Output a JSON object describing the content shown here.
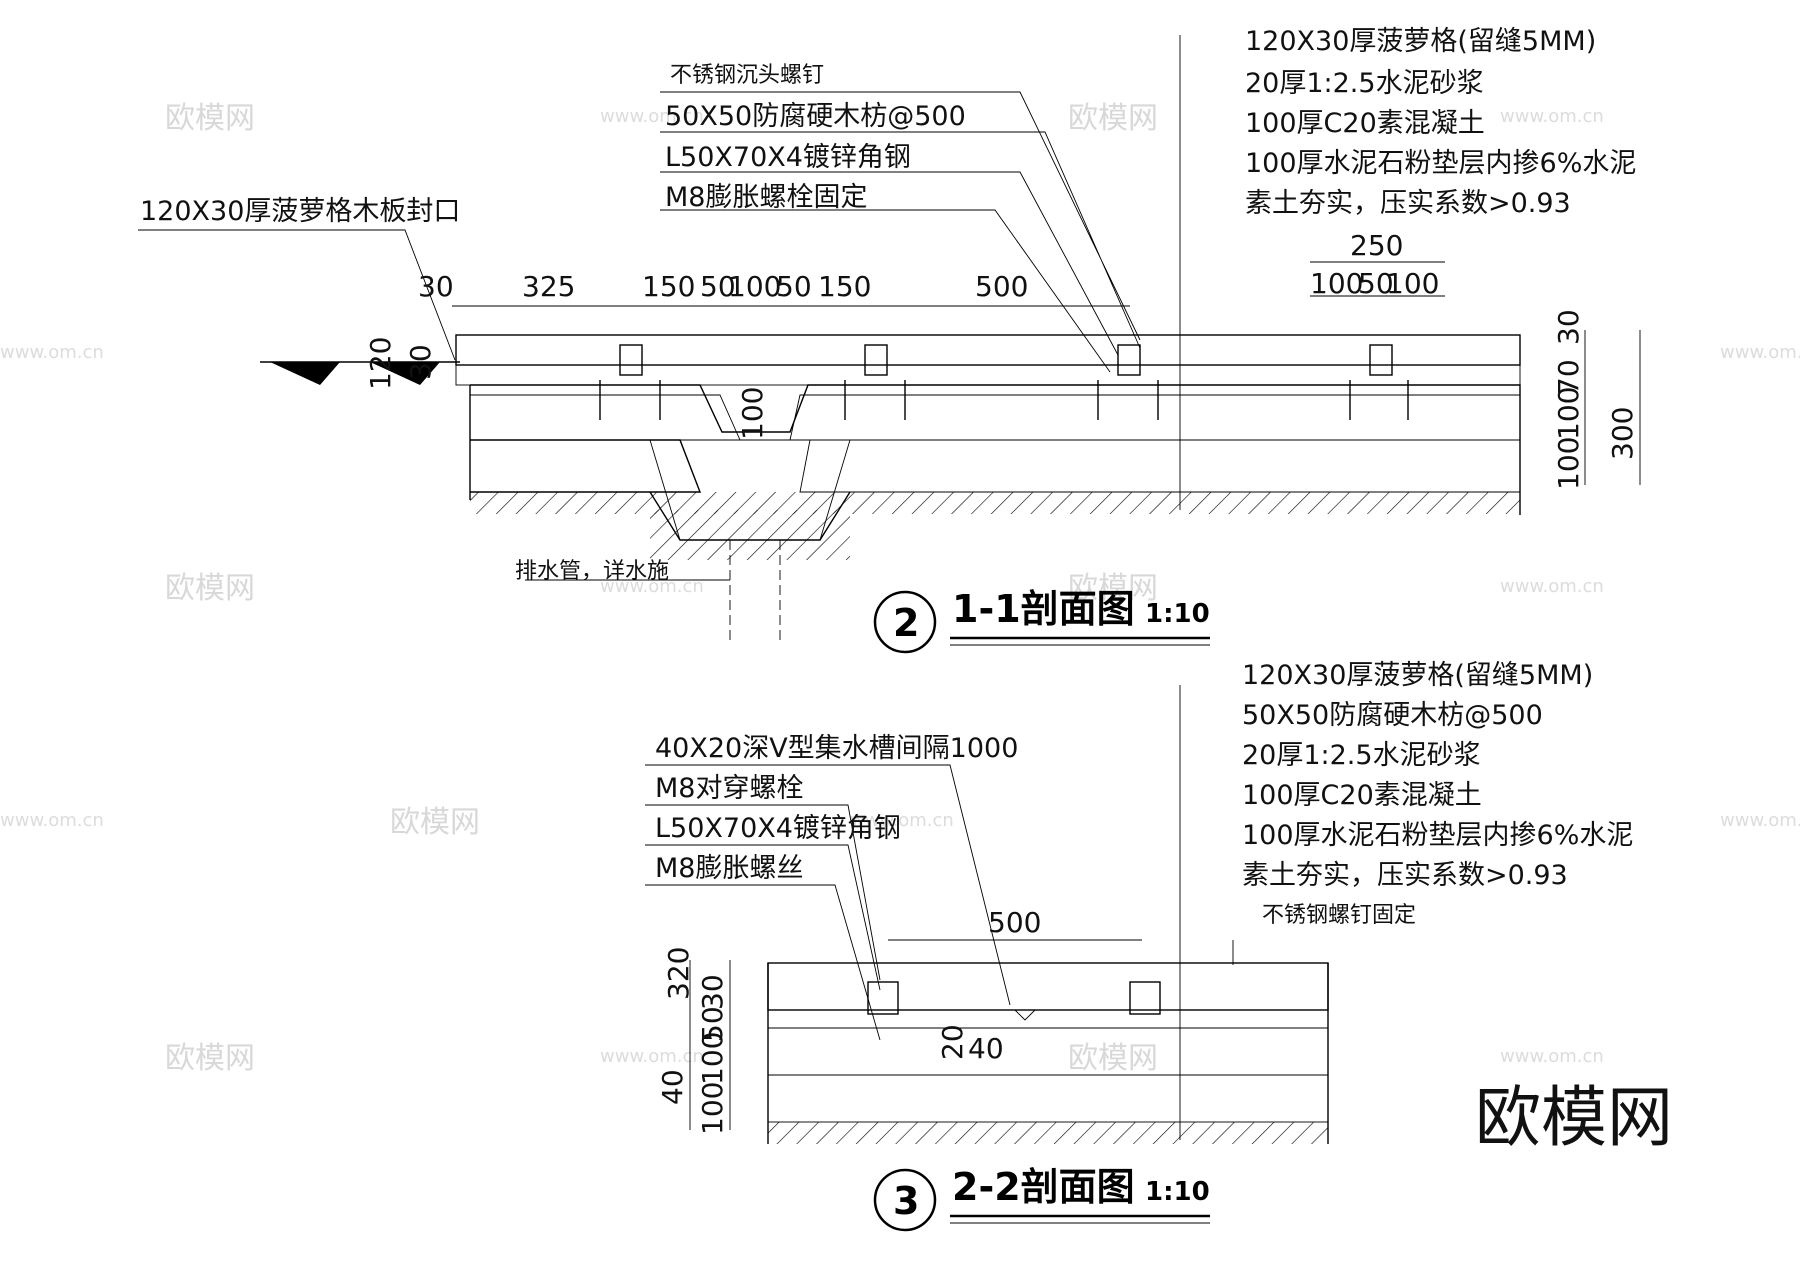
{
  "watermark": {
    "brand": "欧模网",
    "url": "www.om.cn"
  },
  "logo": "欧模网",
  "sections": [
    {
      "number": "2",
      "title": "1-1剖面图",
      "scale": "1:10"
    },
    {
      "number": "3",
      "title": "2-2剖面图",
      "scale": "1:10"
    }
  ],
  "section1_labels": [
    "不锈钢沉头螺钉",
    "50X50防腐硬木枋@500",
    "L50X70X4镀锌角钢",
    "M8膨胀螺栓固定",
    "120X30厚菠萝格木板封口",
    "排水管，详水施"
  ],
  "section1_layers": [
    "120X30厚菠萝格(留缝5MM)",
    "20厚1:2.5水泥砂浆",
    "100厚C20素混凝土",
    "100厚水泥石粉垫层内掺6%水泥",
    "素土夯实，压实系数>0.93"
  ],
  "section2_labels": [
    "40X20深V型集水槽间隔1000",
    "M8对穿螺栓",
    "L50X70X4镀锌角钢",
    "M8膨胀螺丝",
    "不锈钢螺钉固定"
  ],
  "section2_layers": [
    "120X30厚菠萝格(留缝5MM)",
    "50X50防腐硬木枋@500",
    "20厚1:2.5水泥砂浆",
    "100厚C20素混凝土",
    "100厚水泥石粉垫层内掺6%水泥",
    "素土夯实，压实系数>0.93"
  ],
  "section1_dims": [
    "30",
    "325",
    "150",
    "50",
    "100",
    "50",
    "150",
    "500",
    "250",
    "100",
    "50",
    "100",
    "100",
    "300",
    "30",
    "70",
    "100",
    "100",
    "120",
    "30"
  ],
  "section2_dims": [
    "500",
    "320",
    "30",
    "50",
    "100",
    "100",
    "40",
    "20",
    "40"
  ]
}
